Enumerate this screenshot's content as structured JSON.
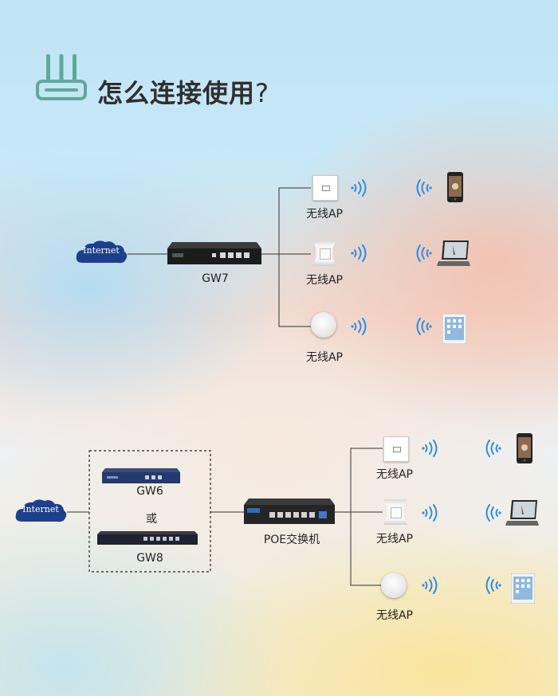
{
  "title": {
    "text": "怎么连接使用",
    "question_mark": "?"
  },
  "colors": {
    "icon_teal": "#5fa99a",
    "wifi_blue": "#2f8de0",
    "cloud_blue": "#1d3f8c",
    "line": "#333333"
  },
  "diagram1": {
    "cloud_label": "Internet",
    "gateway_label": "GW7",
    "aps": [
      {
        "label": "无线AP",
        "device": "phone-icon"
      },
      {
        "label": "无线AP",
        "device": "laptop-icon"
      },
      {
        "label": "无线AP",
        "device": "tablet-icon"
      }
    ]
  },
  "diagram2": {
    "cloud_label": "Internet",
    "gateway_a_label": "GW6",
    "or_label": "或",
    "gateway_b_label": "GW8",
    "switch_label": "POE交换机",
    "aps": [
      {
        "label": "无线AP",
        "device": "phone-icon"
      },
      {
        "label": "无线AP",
        "device": "laptop-icon"
      },
      {
        "label": "无线AP",
        "device": "tablet-icon"
      }
    ]
  }
}
